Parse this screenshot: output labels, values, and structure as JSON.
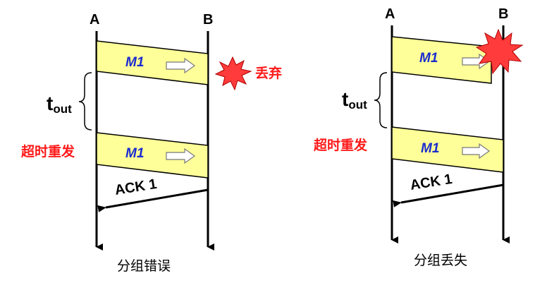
{
  "panels": [
    {
      "node_a": "A",
      "node_b": "B",
      "message": "M1",
      "discard_label": "丢弃",
      "timeout_symbol": "t",
      "timeout_subscript": "out",
      "retransmit_label": "超时重发",
      "retransmit_message": "M1",
      "ack_label": "ACK 1",
      "caption": "分组错误"
    },
    {
      "node_a": "A",
      "node_b": "B",
      "message": "M1",
      "timeout_symbol": "t",
      "timeout_subscript": "out",
      "retransmit_label": "超时重发",
      "retransmit_message": "M1",
      "ack_label": "ACK 1",
      "caption": "分组丢失"
    }
  ],
  "colors": {
    "packet_fill": "#ffff99",
    "message_text": "#1a2bd0",
    "alert_red": "#ff1a1a",
    "burst_fill": "#ff3b3b"
  }
}
